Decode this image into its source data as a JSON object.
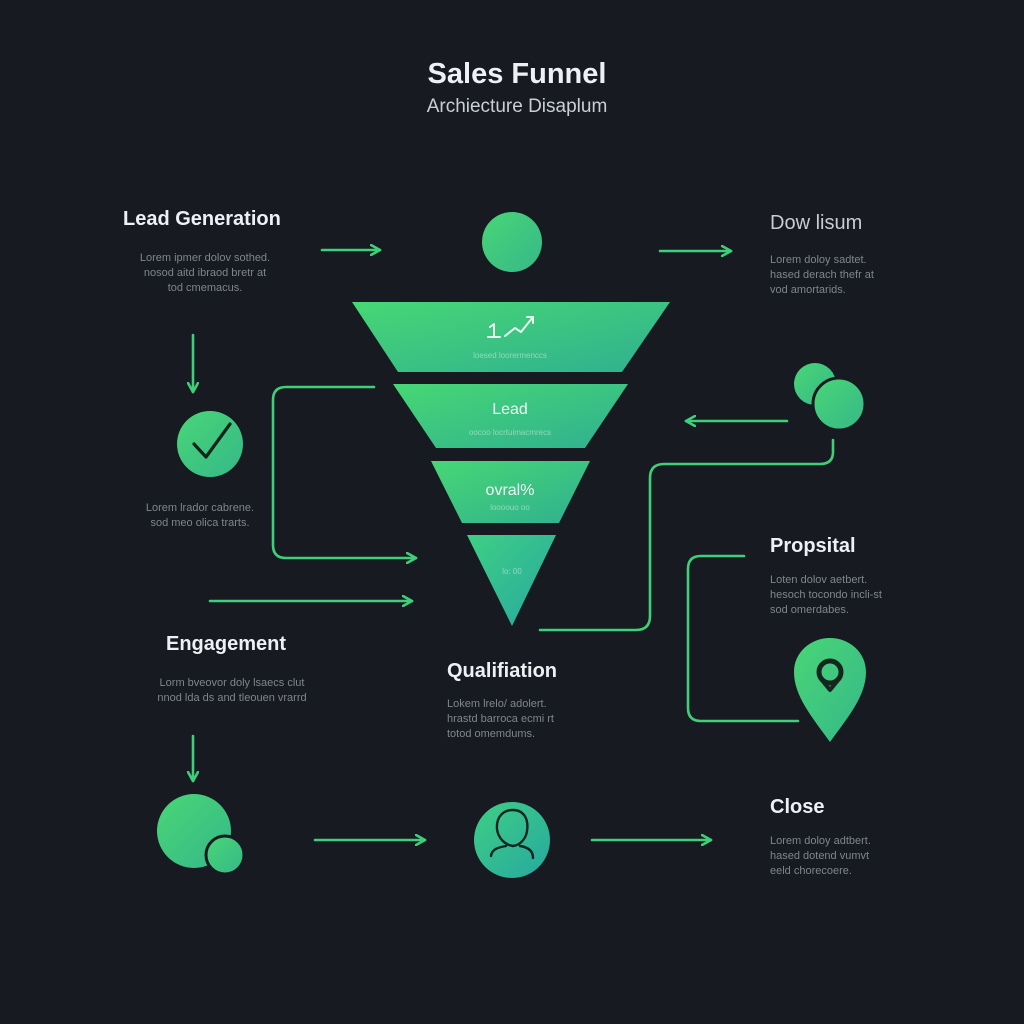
{
  "header": {
    "title": "Sales Funnel",
    "subtitle": "Archiecture Disaplum"
  },
  "nodes": {
    "lead_generation": {
      "label": "Lead Generation",
      "text": "Lorem ipmer dolov sothed.\nnosod aitd ibraod bretr at\ntod cmemacus."
    },
    "dow_lisum": {
      "label": "Dow lisum",
      "text": "Lorem doloy sadtet.\nhased derach thefr at\nvod amortarids."
    },
    "check_step": {
      "text": "Lorem lrador cabrene.\nsod meo olica trarts."
    },
    "engagement": {
      "label": "Engagement",
      "text": "Lorm bveovor doly lsaecs clut\nnnod lda ds and tleouen vrarrd"
    },
    "qualification": {
      "label": "Qualifiation",
      "text": "Lokem lrelo/ adolert.\nhrastd barroca ecmi rt\ntotod omemdums."
    },
    "proposal": {
      "label": "Propsital",
      "text": "Loten dolov aetbert.\nhesoch tocondo incli-st\nsod omerdabes."
    },
    "close": {
      "label": "Close",
      "text": "Lorem doloy adtbert.\nhased dotend vumvt\neeld chorecoere."
    }
  },
  "funnel": {
    "tiers": [
      {
        "label": "",
        "caption": "loesed loorermenccs"
      },
      {
        "label": "Lead",
        "caption": "oocoo locrtuimacmrecs"
      },
      {
        "label": "ovral%",
        "caption": "loooouo oo"
      },
      {
        "label": "",
        "caption": "lo: 00"
      }
    ]
  },
  "colors": {
    "background": "#171a20",
    "accent": "#3ed17a",
    "accent_teal": "#2fb59a",
    "arrow": "#3fcf78",
    "text_muted": "#7e868d"
  },
  "icons": {
    "top_circle": "circle",
    "tier1_icon": "growth-chart-icon",
    "check": "checkmark-icon",
    "double_circle": "double-circle-icon",
    "pin": "location-pin-icon",
    "person": "person-icon",
    "bubble": "double-circle-icon"
  }
}
